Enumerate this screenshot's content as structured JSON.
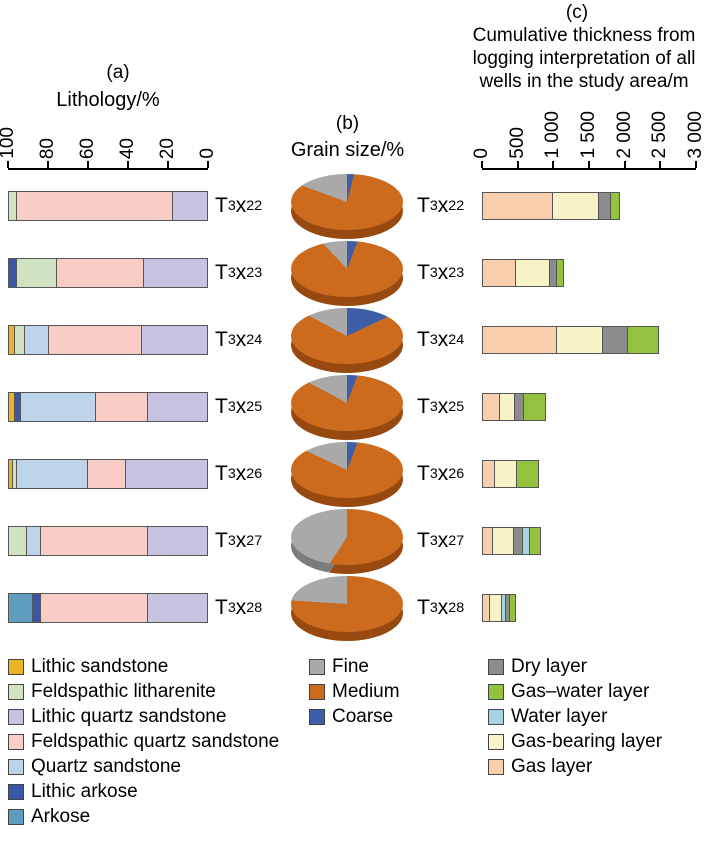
{
  "panels": {
    "a": {
      "tag": "(a)",
      "title": "Lithology/%"
    },
    "b": {
      "tag": "(b)",
      "title": "Grain size/%"
    },
    "c": {
      "tag": "(c)",
      "title_lines": [
        "Cumulative thickness from",
        "logging interpretation of all",
        "wells in the study area/m"
      ]
    }
  },
  "category_template": {
    "base": "T",
    "sub1": "3",
    "mid": "x",
    "sub2": "2"
  },
  "category_sups": [
    "2",
    "3",
    "4",
    "5",
    "6",
    "7",
    "8"
  ],
  "colors": {
    "lithic_sandstone": "#eab428",
    "feldspathic_litharenite": "#cfe2c2",
    "lithic_quartz_sandstone": "#c7c4e1",
    "feldspathic_quartz_sandstone": "#f7cdc5",
    "quartz_sandstone": "#bdd4ea",
    "lithic_arkose": "#3a57a7",
    "arkose": "#5f9ec0",
    "fine": "#a9a9a9",
    "medium": "#cc6a1e",
    "coarse": "#3d5fa8",
    "fine_side": "#7c7c7c",
    "medium_side": "#98490f",
    "coarse_side": "#2a4277",
    "dry": "#8c8c8c",
    "gas_water": "#94c23e",
    "water": "#a8d3e3",
    "gas_bearing": "#f6f3c8",
    "gas": "#f9cfae"
  },
  "legends": {
    "a": [
      {
        "key": "lithic_sandstone",
        "label": "Lithic sandstone"
      },
      {
        "key": "feldspathic_litharenite",
        "label": "Feldspathic litharenite"
      },
      {
        "key": "lithic_quartz_sandstone",
        "label": "Lithic quartz sandstone"
      },
      {
        "key": "feldspathic_quartz_sandstone",
        "label": "Feldspathic quartz sandstone"
      },
      {
        "key": "quartz_sandstone",
        "label": "Quartz sandstone"
      },
      {
        "key": "lithic_arkose",
        "label": "Lithic arkose"
      },
      {
        "key": "arkose",
        "label": "Arkose"
      }
    ],
    "b": [
      {
        "key": "fine",
        "label": "Fine"
      },
      {
        "key": "medium",
        "label": "Medium"
      },
      {
        "key": "coarse",
        "label": "Coarse"
      }
    ],
    "c": [
      {
        "key": "dry",
        "label": "Dry layer"
      },
      {
        "key": "gas_water",
        "label": "Gas–water layer"
      },
      {
        "key": "water",
        "label": "Water layer"
      },
      {
        "key": "gas_bearing",
        "label": "Gas-bearing layer"
      },
      {
        "key": "gas",
        "label": "Gas layer"
      }
    ]
  },
  "chart_data": [
    {
      "id": "lithology",
      "type": "bar",
      "stacked": true,
      "orientation": "horizontal",
      "title": "Lithology/%",
      "unit": "%",
      "axis": {
        "position": "top",
        "reversed": true,
        "min": 0,
        "max": 100,
        "ticks": [
          "100",
          "80",
          "60",
          "40",
          "20",
          "0"
        ]
      },
      "rows": [
        {
          "cat": "2",
          "segments": [
            [
              "feldspathic_litharenite",
              4
            ],
            [
              "feldspathic_quartz_sandstone",
              79
            ],
            [
              "lithic_quartz_sandstone",
              17
            ]
          ]
        },
        {
          "cat": "3",
          "segments": [
            [
              "lithic_arkose",
              4
            ],
            [
              "feldspathic_litharenite",
              20
            ],
            [
              "feldspathic_quartz_sandstone",
              44
            ],
            [
              "lithic_quartz_sandstone",
              32
            ]
          ]
        },
        {
          "cat": "4",
          "segments": [
            [
              "lithic_sandstone",
              3
            ],
            [
              "feldspathic_litharenite",
              5
            ],
            [
              "quartz_sandstone",
              12
            ],
            [
              "feldspathic_quartz_sandstone",
              47
            ],
            [
              "lithic_quartz_sandstone",
              33
            ]
          ]
        },
        {
          "cat": "5",
          "segments": [
            [
              "lithic_sandstone",
              3
            ],
            [
              "lithic_arkose",
              3
            ],
            [
              "quartz_sandstone",
              38
            ],
            [
              "feldspathic_quartz_sandstone",
              26
            ],
            [
              "lithic_quartz_sandstone",
              30
            ]
          ]
        },
        {
          "cat": "6",
          "segments": [
            [
              "lithic_sandstone",
              2
            ],
            [
              "feldspathic_litharenite",
              2
            ],
            [
              "quartz_sandstone",
              36
            ],
            [
              "feldspathic_quartz_sandstone",
              19
            ],
            [
              "lithic_quartz_sandstone",
              41
            ]
          ]
        },
        {
          "cat": "7",
          "segments": [
            [
              "feldspathic_litharenite",
              9
            ],
            [
              "quartz_sandstone",
              7
            ],
            [
              "feldspathic_quartz_sandstone",
              54
            ],
            [
              "lithic_quartz_sandstone",
              30
            ]
          ]
        },
        {
          "cat": "8",
          "segments": [
            [
              "arkose",
              12
            ],
            [
              "lithic_arkose",
              4
            ],
            [
              "feldspathic_quartz_sandstone",
              54
            ],
            [
              "lithic_quartz_sandstone",
              30
            ]
          ]
        }
      ]
    },
    {
      "id": "grain_size",
      "type": "pie",
      "title": "Grain size/%",
      "slice_order": [
        "coarse",
        "medium",
        "fine"
      ],
      "rows": [
        {
          "cat": "2",
          "slices": {
            "coarse": 2,
            "medium": 83,
            "fine": 15
          }
        },
        {
          "cat": "3",
          "slices": {
            "coarse": 3,
            "medium": 90,
            "fine": 7
          }
        },
        {
          "cat": "4",
          "slices": {
            "coarse": 13,
            "medium": 75,
            "fine": 12
          }
        },
        {
          "cat": "5",
          "slices": {
            "coarse": 3,
            "medium": 85,
            "fine": 12
          }
        },
        {
          "cat": "6",
          "slices": {
            "coarse": 3,
            "medium": 84,
            "fine": 13
          }
        },
        {
          "cat": "7",
          "slices": {
            "coarse": 0,
            "medium": 55,
            "fine": 45
          }
        },
        {
          "cat": "8",
          "slices": {
            "coarse": 0,
            "medium": 77,
            "fine": 23
          }
        }
      ]
    },
    {
      "id": "cumulative_thickness",
      "type": "bar",
      "stacked": true,
      "orientation": "horizontal",
      "title": "Cumulative thickness from logging interpretation of all wells in the study area/m",
      "unit": "m",
      "axis": {
        "position": "top",
        "min": 0,
        "max": 3000,
        "ticks": [
          "0",
          "500",
          "1 000",
          "1 500",
          "2 000",
          "2 500",
          "3 000"
        ]
      },
      "rows": [
        {
          "cat": "2",
          "segments": [
            [
              "gas",
              1000
            ],
            [
              "gas_bearing",
              650
            ],
            [
              "dry",
              170
            ],
            [
              "gas_water",
              110
            ]
          ]
        },
        {
          "cat": "3",
          "segments": [
            [
              "gas",
              480
            ],
            [
              "gas_bearing",
              480
            ],
            [
              "dry",
              100
            ],
            [
              "gas_water",
              90
            ]
          ]
        },
        {
          "cat": "4",
          "segments": [
            [
              "gas",
              1050
            ],
            [
              "gas_bearing",
              650
            ],
            [
              "dry",
              350
            ],
            [
              "gas_water",
              430
            ]
          ]
        },
        {
          "cat": "5",
          "segments": [
            [
              "gas",
              250
            ],
            [
              "gas_bearing",
              220
            ],
            [
              "dry",
              130
            ],
            [
              "gas_water",
              300
            ]
          ]
        },
        {
          "cat": "6",
          "segments": [
            [
              "gas",
              170
            ],
            [
              "gas_bearing",
              330
            ],
            [
              "gas_water",
              300
            ]
          ]
        },
        {
          "cat": "7",
          "segments": [
            [
              "gas",
              150
            ],
            [
              "gas_bearing",
              300
            ],
            [
              "dry",
              130
            ],
            [
              "water",
              100
            ],
            [
              "gas_water",
              150
            ]
          ]
        },
        {
          "cat": "8",
          "segments": [
            [
              "gas",
              100
            ],
            [
              "gas_bearing",
              180
            ],
            [
              "water",
              70
            ],
            [
              "dry",
              60
            ],
            [
              "gas_water",
              70
            ]
          ]
        }
      ]
    }
  ]
}
